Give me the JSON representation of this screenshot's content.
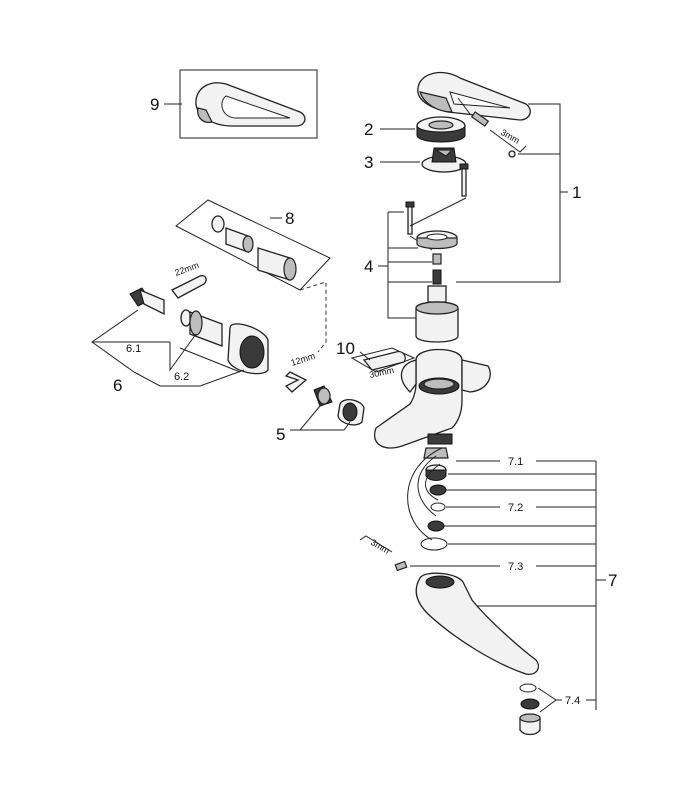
{
  "callouts": {
    "c1": "1",
    "c2": "2",
    "c3": "3",
    "c4": "4",
    "c5": "5",
    "c6": "6",
    "c6_1": "6.1",
    "c6_2": "6.2",
    "c7": "7",
    "c7_1": "7.1",
    "c7_2": "7.2",
    "c7_3": "7.3",
    "c7_4": "7.4",
    "c8": "8",
    "c9": "9",
    "c10": "10"
  },
  "tool_labels": {
    "hex_3mm_top": "3mm",
    "wrench_22mm": "22mm",
    "hex_12mm": "12mm",
    "wrench_30mm": "30mm",
    "hex_3mm_spout": "3mm"
  }
}
